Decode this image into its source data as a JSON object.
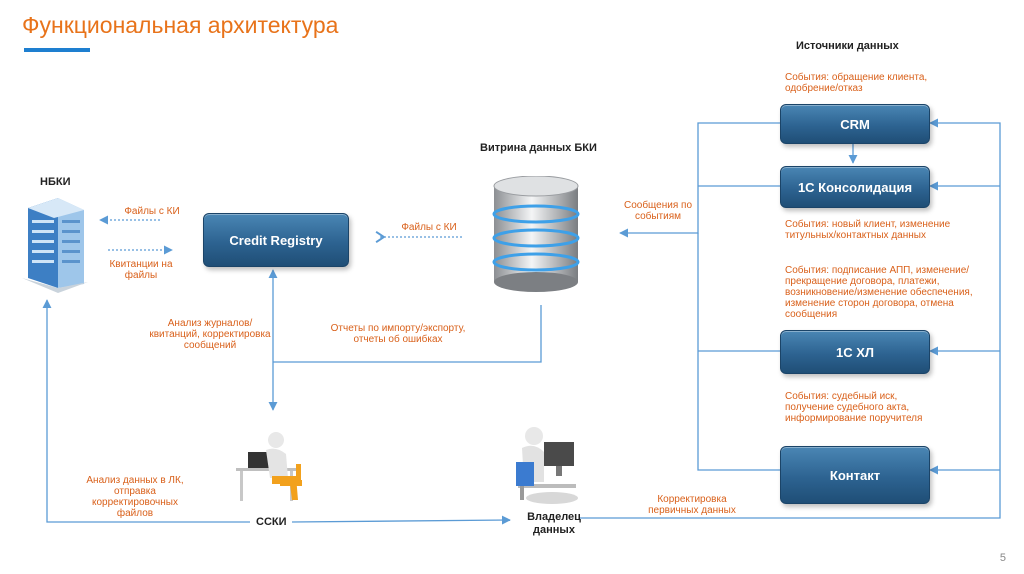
{
  "title": "Функциональная архитектура",
  "nodes": {
    "nbki": "НБКИ",
    "credit_registry": "Credit Registry",
    "vitrina": "Витрина данных БКИ",
    "sski": "ССКИ",
    "owner": "Владелец данных",
    "sources_title": "Источники данных",
    "crm": "CRM",
    "consolidation": "1С Консолидация",
    "hl": "1С ХЛ",
    "kontakt": "Контакт"
  },
  "labels": {
    "files_ki_left": "Файлы с КИ",
    "receipts": "Квитанции на файлы",
    "files_ki_right": "Файлы с КИ",
    "analysis_journals": "Анализ журналов/квитанций, корректировка сообщений",
    "reports": "Отчеты по импорту/экспорту, отчеты об ошибках",
    "messages_events": "Сообщения по событиям",
    "analysis_data": "Анализ данных в ЛК, отправка корректировочных файлов",
    "correction": "Корректировка первичных данных",
    "ev_crm": "События: обращение клиента, одобрение/отказ",
    "ev_consolidation": "События: новый клиент, изменение титульных/контактных данных",
    "ev_hl": "События: подписание АПП, изменение/прекращение договора, платежи, возникновение/изменение обеспечения, изменение сторон договора, отмена сообщения",
    "ev_kontakt": "События: судебный иск, получение судебного акта, информирование поручителя"
  },
  "page_number": "5",
  "colors": {
    "title": "#e8731a",
    "accent_line": "#1e7fd0",
    "box": "#2d6391",
    "arrow": "#5b9bd5",
    "event_text": "#d9601a"
  }
}
